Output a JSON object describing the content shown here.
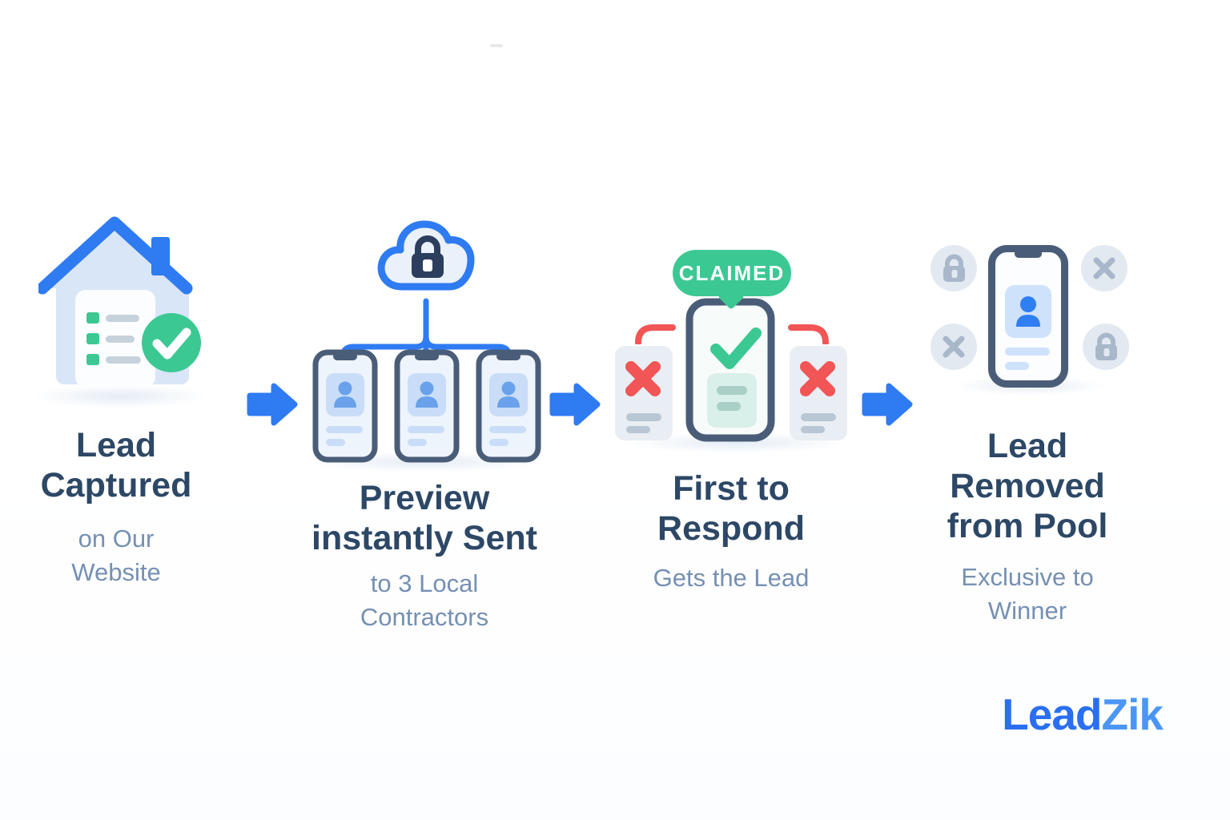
{
  "palette": {
    "accent": "#2e7bf2",
    "navy": "#2d4866",
    "subtext": "#7590b2",
    "green": "#3cc893",
    "red": "#f15555",
    "slate": "#4a5d78",
    "lock-navy": "#2c3e5e",
    "house-blue": "#d9e6f8",
    "cloud-fill": "#eaf1fb",
    "screen-blue": "#eef4fc",
    "screen-mint": "#f7fbfa",
    "card-blue": "#c9ddf8",
    "card-blue-bright": "#cfe2fb",
    "person-blue": "#69a2ea",
    "person-bright": "#2f7ef2",
    "mint": "#d9f0ea",
    "mint-line": "#a9cfc6",
    "gray-line": "#c5d2dc",
    "side-card": "#e9eef4",
    "side-line": "#b9c7d4",
    "circle-gray": "#e2e9f1",
    "circle-icon": "#a9b7ca",
    "logo-blue-1": "#2a6ff0",
    "logo-blue-2": "#4b96f5"
  },
  "steps": [
    {
      "name": "lead-captured",
      "icon": "house-lead-form-check-icon",
      "title_lines": [
        "Lead",
        "Captured"
      ],
      "subtitle_lines": [
        "on Our",
        "Website"
      ]
    },
    {
      "name": "preview-instantly-sent",
      "icon": "cloud-lock-to-three-phones-icon",
      "title_lines": [
        "Preview",
        "instantly Sent"
      ],
      "subtitle_lines": [
        "to 3 Local",
        "Contractors"
      ]
    },
    {
      "name": "first-to-respond",
      "icon": "claimed-phone-with-rejected-cards-icon",
      "badge_label": "CLAIMED",
      "title_lines": [
        "First to",
        "Respond"
      ],
      "subtitle_lines": [
        "Gets the Lead"
      ]
    },
    {
      "name": "lead-removed-from-pool",
      "icon": "exclusive-winner-phone-icon",
      "title_lines": [
        "Lead",
        "Removed",
        "from Pool"
      ],
      "subtitle_lines": [
        "Exclusive to",
        "Winner"
      ]
    }
  ],
  "logo": {
    "text_primary": "Lead",
    "text_secondary": "Zik"
  }
}
